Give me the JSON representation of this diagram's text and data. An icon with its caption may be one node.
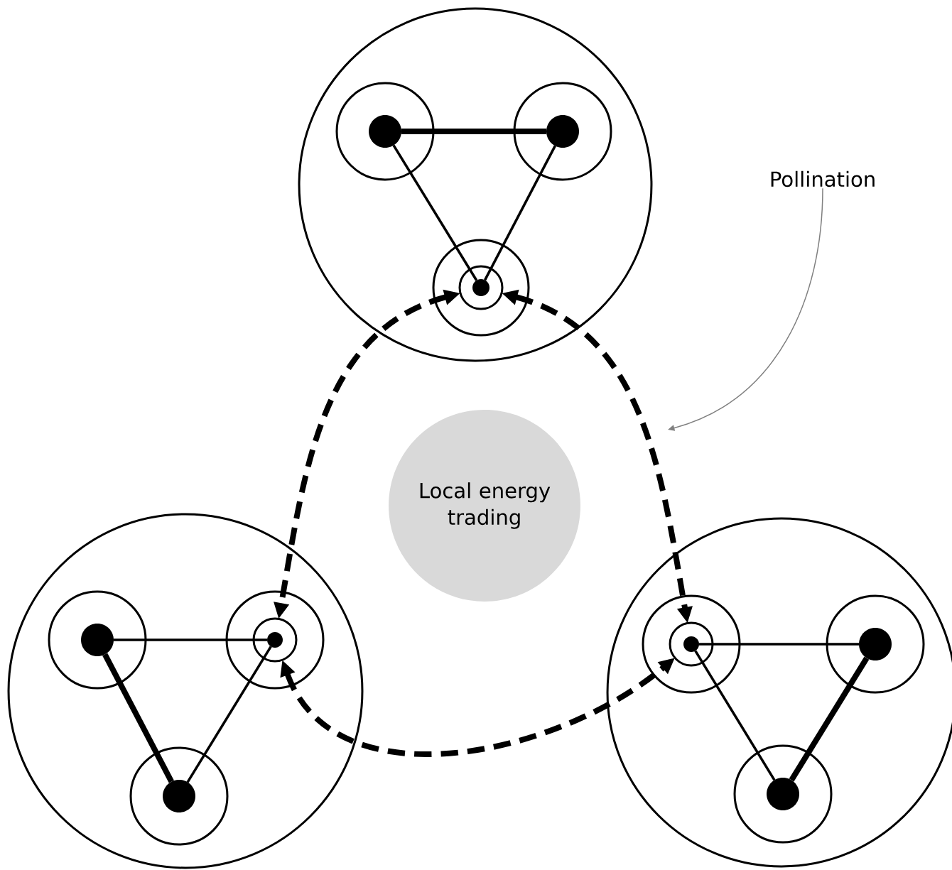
{
  "diagram": {
    "nodes": [
      {
        "text": [],
        "shape": "circle"
      },
      {
        "text": [],
        "shape": "circle",
        "in": 0
      },
      {
        "text": [],
        "shape": "dot",
        "in": 1
      },
      {
        "text": [],
        "shape": "circle",
        "in": 0
      },
      {
        "text": [],
        "shape": "dot",
        "in": 3
      },
      {
        "text": [],
        "shape": "circle",
        "in": 0
      },
      {
        "text": [],
        "shape": "circle",
        "in": 5
      },
      {
        "text": [],
        "shape": "dot",
        "in": 6
      },
      {
        "text": [],
        "shape": "circle"
      },
      {
        "text": [],
        "shape": "circle",
        "in": 8
      },
      {
        "text": [],
        "shape": "dot",
        "in": 9
      },
      {
        "text": [],
        "shape": "circle",
        "in": 8
      },
      {
        "text": [],
        "shape": "circle",
        "in": 11
      },
      {
        "text": [],
        "shape": "dot",
        "in": 12
      },
      {
        "text": [],
        "shape": "circle",
        "in": 8
      },
      {
        "text": [],
        "shape": "dot",
        "in": 14
      },
      {
        "text": [],
        "shape": "circle"
      },
      {
        "text": [],
        "shape": "circle",
        "in": 16
      },
      {
        "text": [],
        "shape": "circle",
        "in": 17
      },
      {
        "text": [],
        "shape": "dot",
        "in": 18
      },
      {
        "text": [],
        "shape": "circle",
        "in": 16
      },
      {
        "text": [],
        "shape": "dot",
        "in": 20
      },
      {
        "text": [],
        "shape": "circle",
        "in": 16
      },
      {
        "text": [],
        "shape": "dot",
        "in": 22
      },
      {
        "text": [
          "Local energy trading"
        ]
      },
      {
        "text": [
          "Pollination"
        ]
      }
    ],
    "edges": [
      {
        "from": 2,
        "to": 4,
        "arrow": "none",
        "style": "thick"
      },
      {
        "from": 2,
        "to": 7,
        "arrow": "none"
      },
      {
        "from": 4,
        "to": 7,
        "arrow": "none"
      },
      {
        "from": 10,
        "to": 13,
        "arrow": "none"
      },
      {
        "from": 10,
        "to": 15,
        "arrow": "none",
        "style": "thick"
      },
      {
        "from": 13,
        "to": 15,
        "arrow": "none"
      },
      {
        "from": 19,
        "to": 21,
        "arrow": "none"
      },
      {
        "from": 19,
        "to": 23,
        "arrow": "none"
      },
      {
        "from": 21,
        "to": 23,
        "arrow": "none",
        "style": "thick"
      },
      {
        "from": 6,
        "to": 12,
        "arrow": "both",
        "style": "dashed"
      },
      {
        "from": 6,
        "to": 18,
        "arrow": "both",
        "style": "dashed"
      },
      {
        "from": 12,
        "to": 18,
        "arrow": "both",
        "style": "dashed"
      },
      {
        "from": 25,
        "to": null,
        "arrow": "to",
        "color": "#808080"
      }
    ]
  }
}
